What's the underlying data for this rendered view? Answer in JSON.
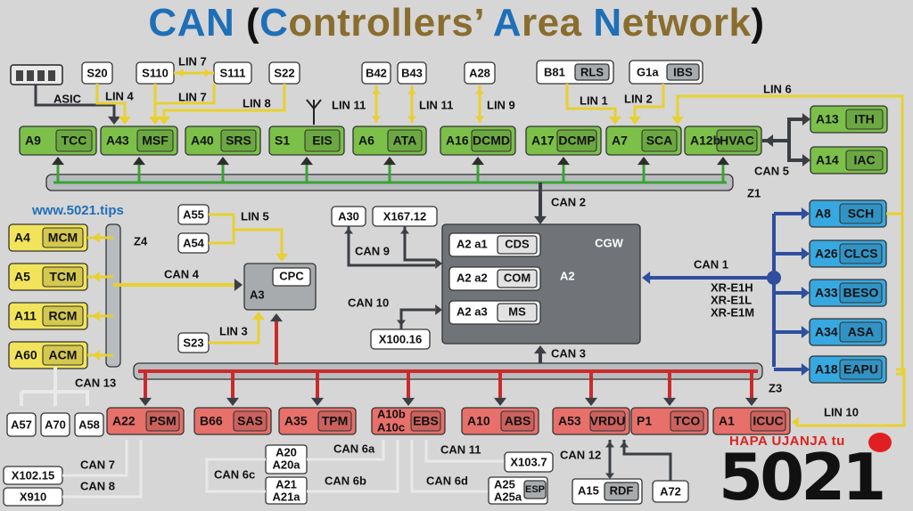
{
  "title": {
    "parts": [
      {
        "text": "CAN",
        "color": "#1f6fb8"
      },
      {
        "text": " (",
        "color": "#111111"
      },
      {
        "text": "C",
        "color": "#1f6fb8"
      },
      {
        "text": "ontrollers’ ",
        "color": "#8a6d2e"
      },
      {
        "text": "A",
        "color": "#1f6fb8"
      },
      {
        "text": "rea ",
        "color": "#8a6d2e"
      },
      {
        "text": "N",
        "color": "#1f6fb8"
      },
      {
        "text": "etwork",
        "color": "#8a6d2e"
      },
      {
        "text": ")",
        "color": "#111111"
      }
    ]
  },
  "website": "www.5021.tips",
  "logo": {
    "tagline": "HAPA UJANJA tu",
    "number": "5021"
  },
  "colors": {
    "green_fill": "#7cc04a",
    "blue_fill": "#38a8e0",
    "yellow_fill": "#f2e45a",
    "red_fill": "#e8706a",
    "gray_box": "#a8abae",
    "dark_box": "#707478",
    "white_box": "#ffffff",
    "bus_green": "#3aa335",
    "bus_blue": "#2f4e9e",
    "bus_yellow": "#e8d030",
    "bus_red": "#cc2a2a",
    "arrow_dark": "#3b3f44"
  },
  "labels": {
    "asic": "ASIC",
    "lin4": "LIN 4",
    "lin7a": "LIN 7",
    "lin7b": "LIN 7",
    "lin8": "LIN 8",
    "lin11a": "LIN 11",
    "lin11b": "LIN 11",
    "lin9": "LIN 9",
    "lin1": "LIN 1",
    "lin2": "LIN 2",
    "lin6": "LIN 6",
    "can5": "CAN 5",
    "z1": "Z1",
    "can2": "CAN 2",
    "lin5": "LIN 5",
    "z4": "Z4",
    "can4": "CAN 4",
    "can9": "CAN 9",
    "can10": "CAN 10",
    "lin3": "LIN 3",
    "can1": "CAN 1",
    "xr1": "XR-E1H",
    "xr2": "XR-E1L",
    "xr3": "XR-E1M",
    "can3": "CAN 3",
    "z3": "Z3",
    "can13": "CAN 13",
    "lin10": "LIN 10",
    "can7": "CAN 7",
    "can8": "CAN 8",
    "can6a": "CAN 6a",
    "can6c": "CAN 6c",
    "can6b": "CAN 6b",
    "can6d": "CAN 6d",
    "can11": "CAN 11",
    "can12": "CAN 12"
  },
  "sensors_top": [
    "S20",
    "S110",
    "S111",
    "S22",
    "B42",
    "B43",
    "A28",
    "G1a",
    "IBS",
    "B81",
    "RLS"
  ],
  "green_units": [
    {
      "id": "A9",
      "name": "TCC"
    },
    {
      "id": "A43",
      "name": "MSF"
    },
    {
      "id": "A40",
      "name": "SRS"
    },
    {
      "id": "S1",
      "name": "EIS"
    },
    {
      "id": "A6",
      "name": "ATA"
    },
    {
      "id": "A16",
      "name": "DCMD"
    },
    {
      "id": "A17",
      "name": "DCMP"
    },
    {
      "id": "A7",
      "name": "SCA"
    },
    {
      "id": "A12b",
      "name": "HVAC"
    },
    {
      "id": "A13",
      "name": "ITH"
    },
    {
      "id": "A14",
      "name": "IAC"
    }
  ],
  "blue_units": [
    {
      "id": "A8",
      "name": "SCH"
    },
    {
      "id": "A26",
      "name": "CLCS"
    },
    {
      "id": "A33",
      "name": "BESO"
    },
    {
      "id": "A34",
      "name": "ASA"
    },
    {
      "id": "A18",
      "name": "EAPU"
    }
  ],
  "yellow_units": [
    {
      "id": "A4",
      "name": "MCM"
    },
    {
      "id": "A5",
      "name": "TCM"
    },
    {
      "id": "A11",
      "name": "RCM"
    },
    {
      "id": "A60",
      "name": "ACM"
    }
  ],
  "red_units": [
    {
      "id": "A22",
      "name": "PSM"
    },
    {
      "id": "B66",
      "name": "SAS"
    },
    {
      "id": "A35",
      "name": "TPM"
    },
    {
      "id": "A10b\nA10c",
      "name": "EBS"
    },
    {
      "id": "A10",
      "name": "ABS"
    },
    {
      "id": "A53",
      "name": "VRDU"
    },
    {
      "id": "P1",
      "name": "TCO"
    },
    {
      "id": "A1",
      "name": "ICUC"
    }
  ],
  "cpc": {
    "name": "CPC",
    "id": "A3"
  },
  "a2": {
    "id": "A2",
    "gateway": "CGW",
    "rows": [
      {
        "id": "A2 a1",
        "name": "CDS"
      },
      {
        "id": "A2 a2",
        "name": "COM"
      },
      {
        "id": "A2 a3",
        "name": "MS"
      }
    ]
  },
  "white_nodes": {
    "a55": "A55",
    "a54": "A54",
    "s23": "S23",
    "a30": "A30",
    "x167": "X167.12",
    "x100": "X100.16",
    "a57": "A57",
    "a70": "A70",
    "a58": "A58",
    "x102": "X102.15",
    "x910": "X910",
    "a20": "A20",
    "a20a": "A20a",
    "a21": "A21",
    "a21a": "A21a",
    "x1037": "X103.7",
    "a25": "A25",
    "a25a": "A25a",
    "esp": "ESP",
    "a15": "A15",
    "rdf": "RDF",
    "a72": "A72"
  }
}
